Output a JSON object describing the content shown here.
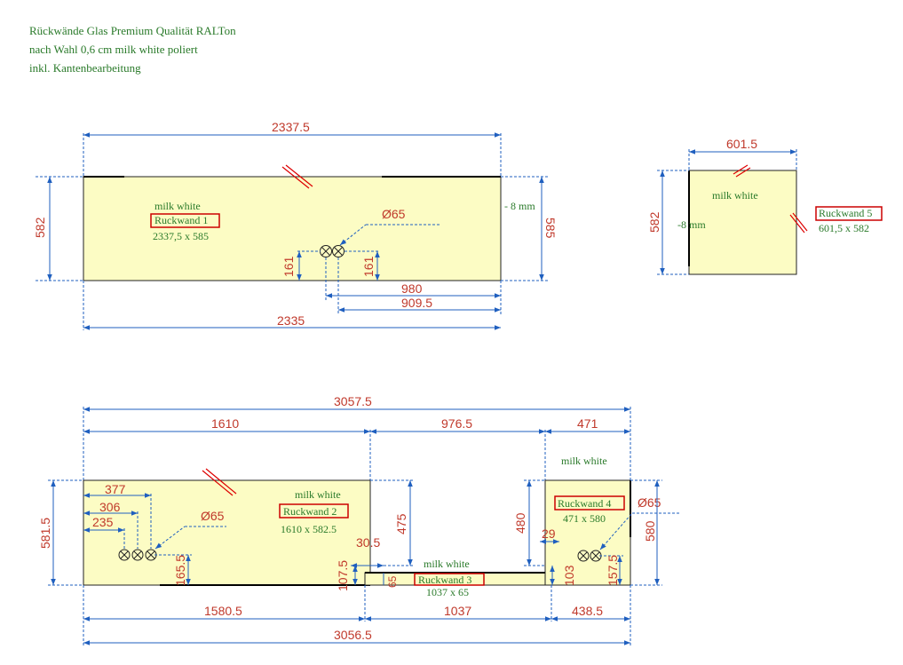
{
  "header": {
    "line1": "Rückwände Glas Premium Qualität RALTon",
    "line2": "nach Wahl 0,6 cm milk white  poliert",
    "line3": "inkl. Kantenbearbeitung"
  },
  "panels": {
    "p1": {
      "material": "milk white",
      "name": "Ruckwand 1",
      "size": "2337,5 x 585"
    },
    "p2": {
      "material": "milk white",
      "name": "Ruckwand 2",
      "size": "1610 x 582.5"
    },
    "p3": {
      "material": "milk white",
      "name": "Ruckwand 3",
      "size": "1037 x 65"
    },
    "p4": {
      "material": "milk white",
      "name": "Ruckwand 4",
      "size": "471 x 580"
    },
    "p5": {
      "material": "milk white",
      "name": "Ruckwand 5",
      "size": "601,5 x 582"
    }
  },
  "dims": {
    "p1_top": "2337.5",
    "p1_bottom": "2335",
    "p1_left": "582",
    "p1_right": "585",
    "p1_offset": "- 8 mm",
    "p1_hole": "Ø65",
    "p1_h161a": "161",
    "p1_h161b": "161",
    "p1_980": "980",
    "p1_909": "909.5",
    "p5_top": "601.5",
    "p5_left": "582",
    "p5_offset": "-8 mm",
    "top_total": "3057.5",
    "top_1610": "1610",
    "top_976": "976.5",
    "top_471": "471",
    "d377": "377",
    "d306": "306",
    "d235": "235",
    "p2_hole": "Ø65",
    "p2_left": "581.5",
    "p2_475": "475",
    "p2_165": "165.5",
    "d30": "30.5",
    "d107": "107.5",
    "d65": "65",
    "d480": "480",
    "d29": "29",
    "d103": "103",
    "p4_hole": "Ø65",
    "d157": "157.5",
    "p4_580": "580",
    "bot_1580": "1580.5",
    "bot_1037": "1037",
    "bot_438": "438.5",
    "bot_total": "3056.5"
  },
  "colors": {
    "panel_fill": "#fcfcc4",
    "dim_color": "#c0392b",
    "dim_line": "#1f5fbf",
    "label_green": "#2a7a2a",
    "name_box": "#cc0000"
  },
  "icons": [
    "hole-symbol-icon",
    "slash-mark-icon"
  ]
}
